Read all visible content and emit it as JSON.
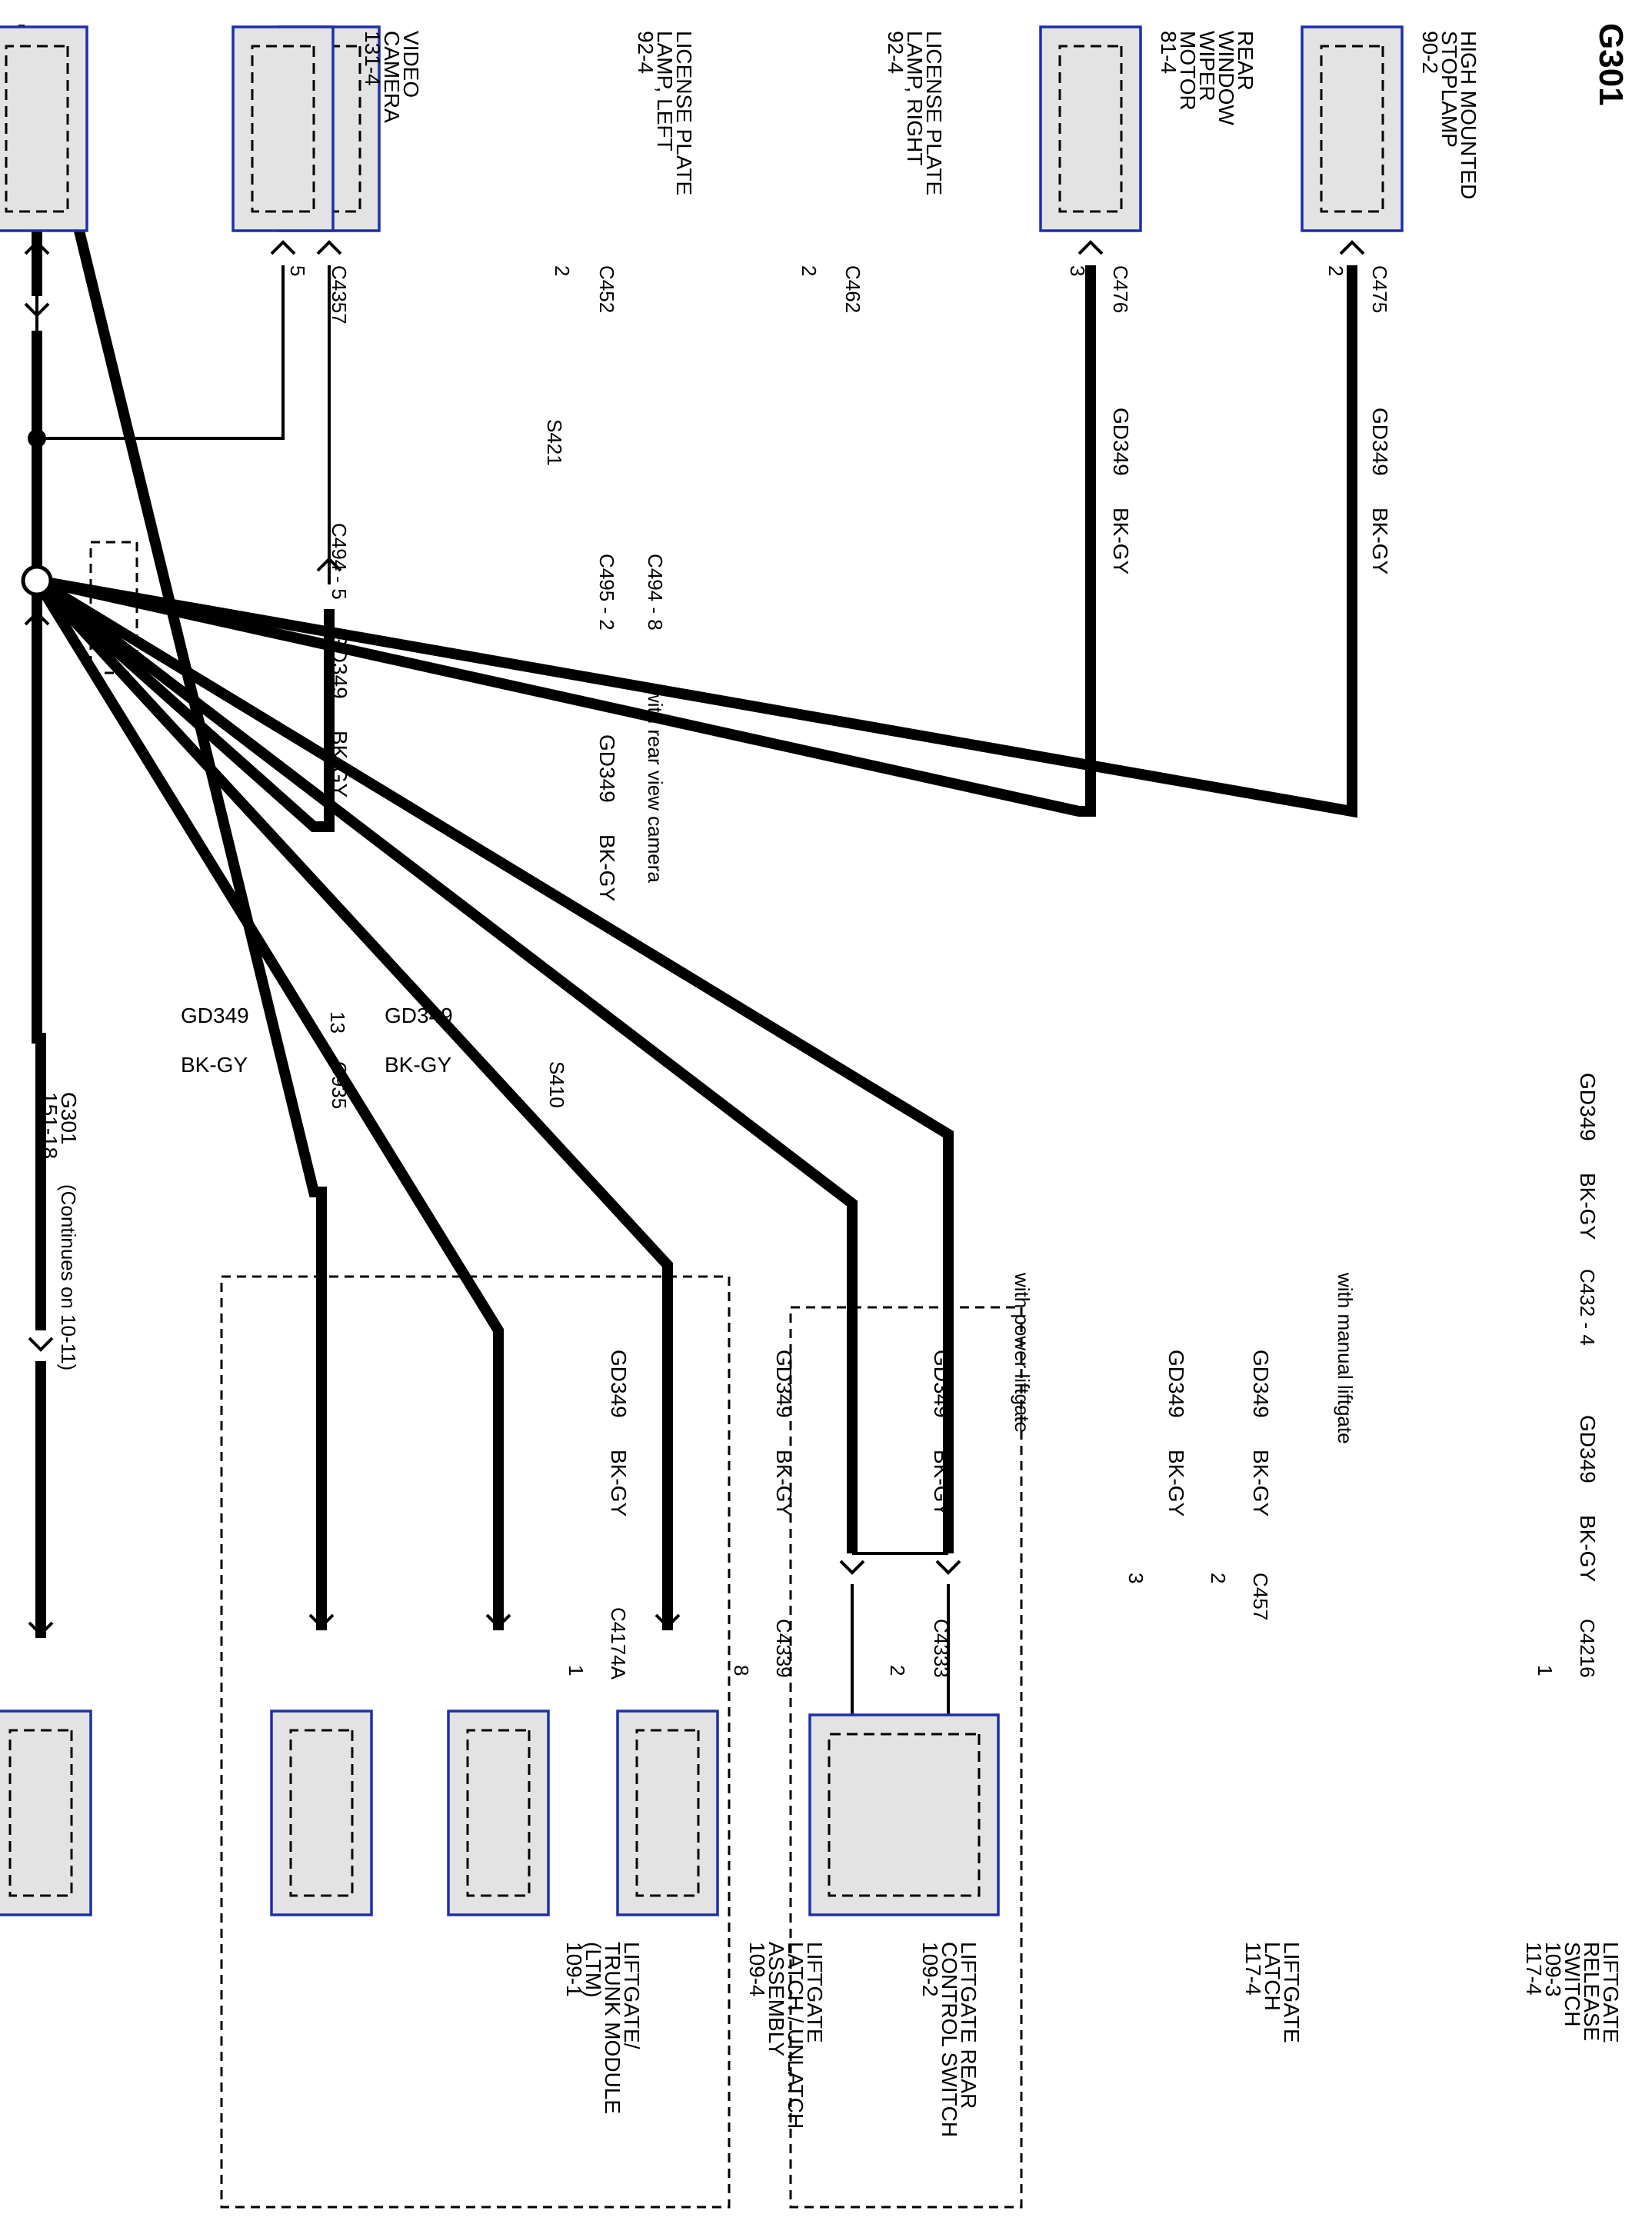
{
  "title": "G301",
  "splice_main": "S410",
  "splice_lamp": "S421",
  "ground": {
    "name": "G301",
    "ref": "151-18"
  },
  "continues": "(Continues on 10-11)",
  "wire_code": "GD349",
  "wire_color": "BK-GY",
  "pin_13": "13",
  "conn_c935": "C935",
  "conn_c494_5": "C494 - 5",
  "conn_c494_8": "C494 - 8",
  "conn_c495_2": "C495 - 2",
  "conn_c432_4": "C432 - 4",
  "note_rear_camera": "with rear view camera",
  "note_power_liftgate": "with power liftgate",
  "note_manual_liftgate": "with manual liftgate",
  "components": {
    "video_camera": {
      "line1": "VIDEO",
      "line2": "CAMERA",
      "line3": "131-4",
      "conn": "C4357",
      "pin": "5"
    },
    "license_left": {
      "line1": "LICENSE PLATE",
      "line2": "LAMP, LEFT",
      "line3": "92-4",
      "conn": "C452",
      "pin": "2"
    },
    "license_right": {
      "line1": "LICENSE PLATE",
      "line2": "LAMP, RIGHT",
      "line3": "92-4",
      "conn": "C462",
      "pin": "2"
    },
    "wiper_motor": {
      "line1": "REAR",
      "line2": "WINDOW",
      "line3": "WIPER",
      "line4": "MOTOR",
      "line5": "81-4",
      "conn": "C476",
      "pin": "3"
    },
    "stoplamp": {
      "line1": "HIGH MOUNTED",
      "line2": "STOPLAMP",
      "line3": "90-2",
      "conn": "C475",
      "pin": "2"
    },
    "trunk_module": {
      "line1": "LIFTGATE/",
      "line2": "TRUNK MODULE",
      "line3": "(LTM)",
      "line4": "109-1",
      "conn": "C4174A",
      "pin": "1"
    },
    "latch_assembly": {
      "line1": "LIFTGATE",
      "line2": "LATCH / UNLATCH",
      "line3": "ASSEMBLY",
      "line4": "109-4",
      "conn": "C4339",
      "pin": "8"
    },
    "rear_control": {
      "line1": "LIFTGATE REAR",
      "line2": "CONTROL SWITCH",
      "line3": "109-2",
      "conn": "C4333",
      "pin": "2"
    },
    "liftgate_latch": {
      "line1": "LIFTGATE",
      "line2": "LATCH",
      "line3": "117-4",
      "conn": "C457",
      "pin_a": "3",
      "pin_b": "2"
    },
    "release_switch": {
      "line1": "LIFTGATE",
      "line2": "RELEASE",
      "line3": "SWITCH",
      "line4": "109-3",
      "line5": "117-4",
      "conn": "C4216",
      "pin": "1"
    }
  }
}
